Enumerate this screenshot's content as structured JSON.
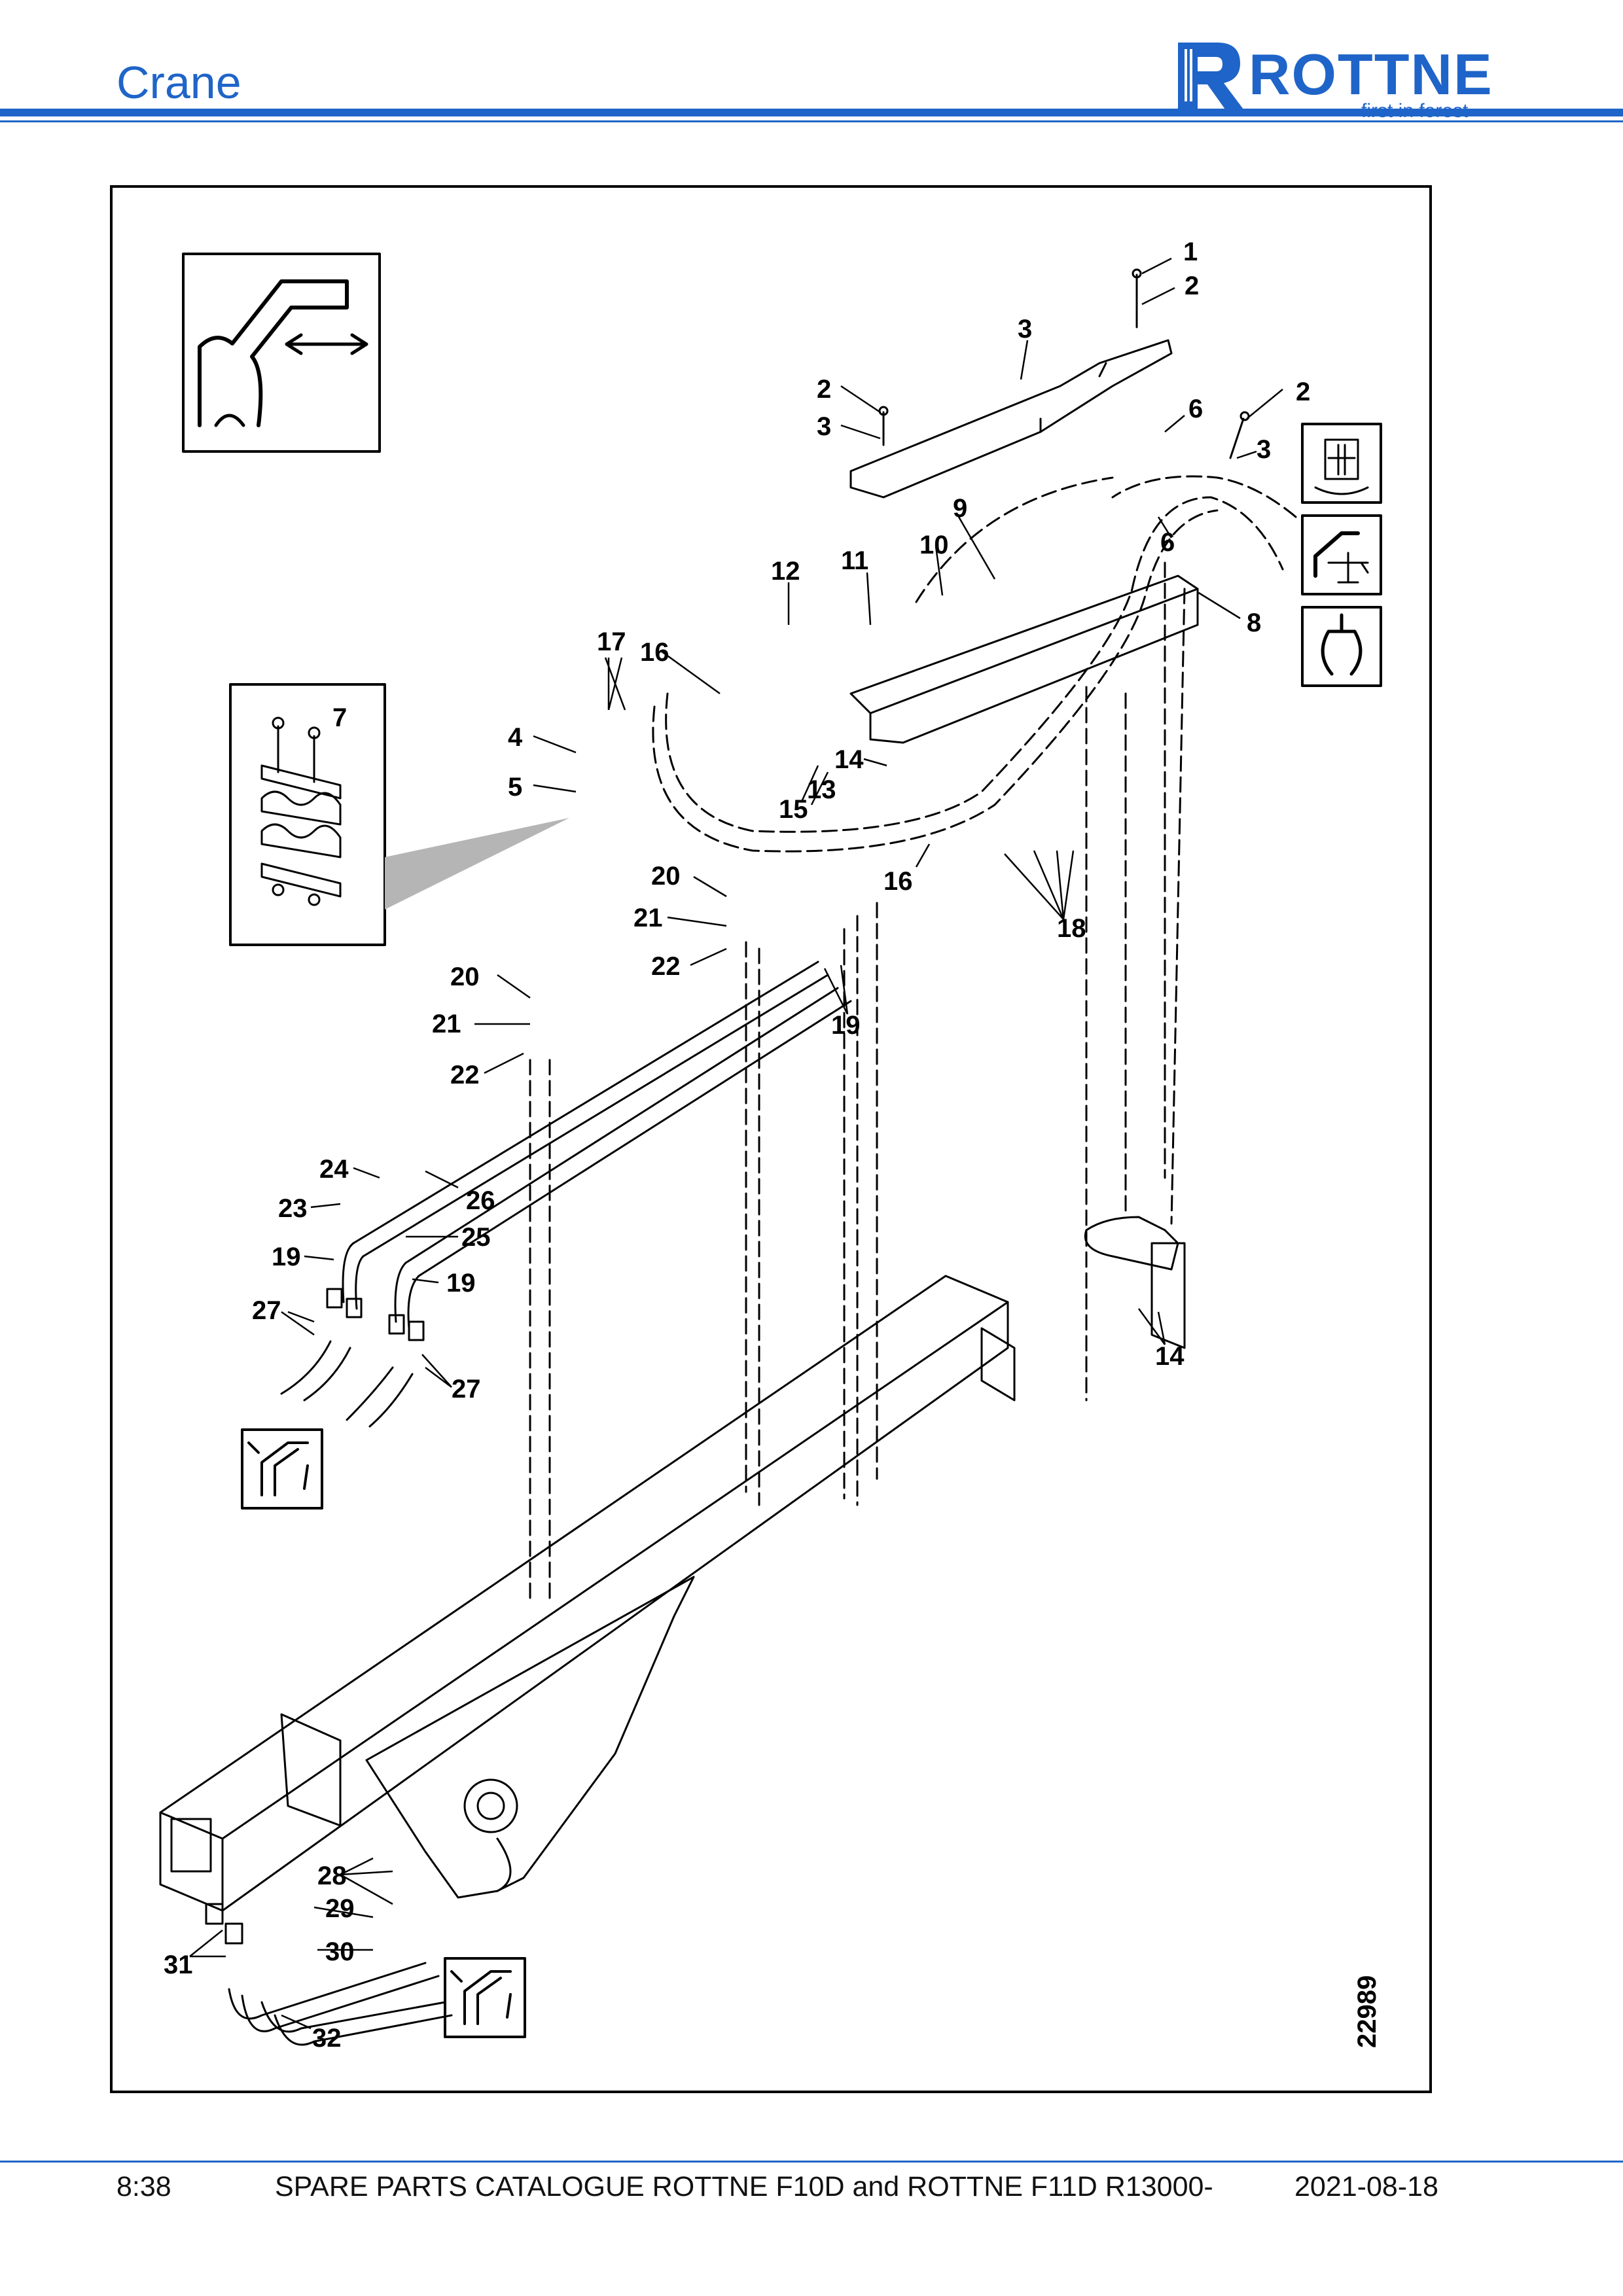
{
  "header": {
    "section_title": "Crane",
    "logo_word": "ROTTNE",
    "logo_tagline": "first in forest",
    "brand_color": "#1f64c8"
  },
  "diagram": {
    "reference_number": "22989",
    "callouts": [
      {
        "id": "c1",
        "label": "1"
      },
      {
        "id": "c2a",
        "label": "2"
      },
      {
        "id": "c3a",
        "label": "3"
      },
      {
        "id": "c2b",
        "label": "2"
      },
      {
        "id": "c3b",
        "label": "3"
      },
      {
        "id": "c2c",
        "label": "2"
      },
      {
        "id": "c3c",
        "label": "3"
      },
      {
        "id": "c6a",
        "label": "6"
      },
      {
        "id": "c6b",
        "label": "6"
      },
      {
        "id": "c8",
        "label": "8"
      },
      {
        "id": "c9",
        "label": "9"
      },
      {
        "id": "c10",
        "label": "10"
      },
      {
        "id": "c11",
        "label": "11"
      },
      {
        "id": "c12",
        "label": "12"
      },
      {
        "id": "c16a",
        "label": "16"
      },
      {
        "id": "c17",
        "label": "17"
      },
      {
        "id": "c7",
        "label": "7"
      },
      {
        "id": "c4",
        "label": "4"
      },
      {
        "id": "c5",
        "label": "5"
      },
      {
        "id": "c14a",
        "label": "14"
      },
      {
        "id": "c13",
        "label": "13"
      },
      {
        "id": "c15",
        "label": "15"
      },
      {
        "id": "c16b",
        "label": "16"
      },
      {
        "id": "c18",
        "label": "18"
      },
      {
        "id": "c20a",
        "label": "20"
      },
      {
        "id": "c21a",
        "label": "21"
      },
      {
        "id": "c22a",
        "label": "22"
      },
      {
        "id": "c19a",
        "label": "19"
      },
      {
        "id": "c20b",
        "label": "20"
      },
      {
        "id": "c21b",
        "label": "21"
      },
      {
        "id": "c22b",
        "label": "22"
      },
      {
        "id": "c24",
        "label": "24"
      },
      {
        "id": "c26",
        "label": "26"
      },
      {
        "id": "c23",
        "label": "23"
      },
      {
        "id": "c25",
        "label": "25"
      },
      {
        "id": "c19b",
        "label": "19"
      },
      {
        "id": "c19c",
        "label": "19"
      },
      {
        "id": "c27a",
        "label": "27"
      },
      {
        "id": "c27b",
        "label": "27"
      },
      {
        "id": "c14b",
        "label": "14"
      },
      {
        "id": "c28",
        "label": "28"
      },
      {
        "id": "c29",
        "label": "29"
      },
      {
        "id": "c30",
        "label": "30"
      },
      {
        "id": "c31",
        "label": "31"
      },
      {
        "id": "c32",
        "label": "32"
      }
    ]
  },
  "footer": {
    "page_number": "8:38",
    "catalogue_title": "SPARE PARTS CATALOGUE ROTTNE F10D and ROTTNE F11D R13000-",
    "date": "2021-08-18"
  }
}
